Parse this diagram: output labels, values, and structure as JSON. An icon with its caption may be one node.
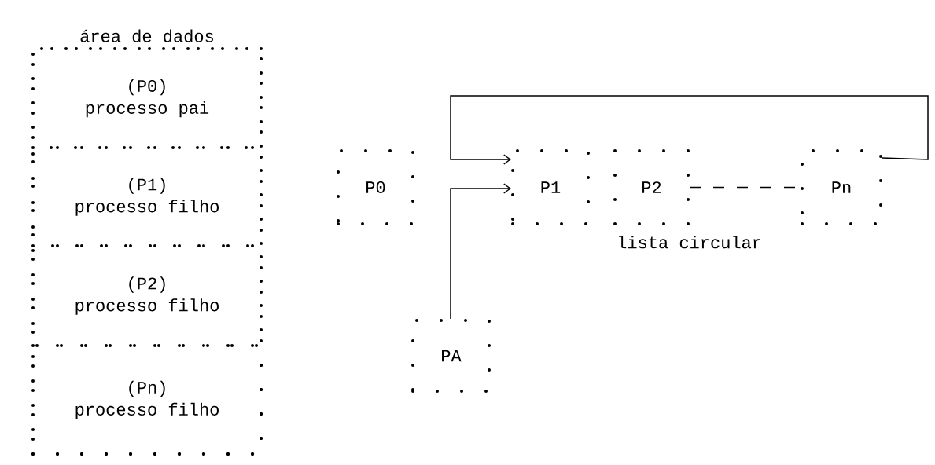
{
  "diagram": {
    "nodes": [
      {
        "text": [
          "área de dados"
        ]
      },
      {
        "text": [
          "(P0)",
          "processo pai"
        ],
        "in": 0
      },
      {
        "text": [
          "(P1)",
          "processo filho"
        ],
        "in": 0
      },
      {
        "text": [
          "(P2)",
          "processo filho"
        ],
        "in": 0
      },
      {
        "text": [
          "(Pn)",
          "processo filho"
        ],
        "in": 0
      },
      {
        "text": [
          "P0"
        ]
      },
      {
        "text": [
          "P1"
        ]
      },
      {
        "text": [
          "P2"
        ]
      },
      {
        "text": [
          "Pn"
        ]
      },
      {
        "text": [
          "PA"
        ]
      }
    ],
    "edges": [
      {
        "from": 8,
        "to": 6,
        "arrow": "to"
      },
      {
        "from": 9,
        "to": 6,
        "arrow": "to"
      },
      {
        "from": 7,
        "to": 8,
        "arrow": "none",
        "style": "dashed"
      }
    ],
    "labels": [
      "lista circular"
    ]
  }
}
